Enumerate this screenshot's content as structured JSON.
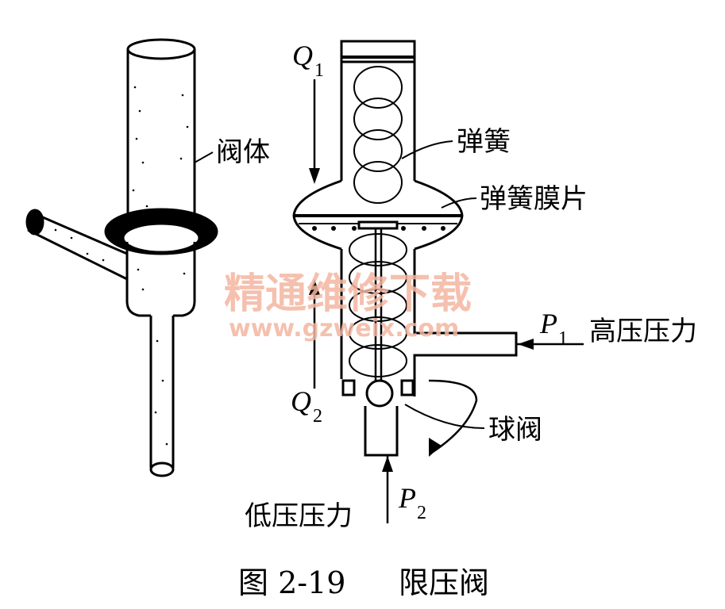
{
  "labels": {
    "valve_body": "阀体",
    "spring": "弹簧",
    "spring_diaphragm": "弹簧膜片",
    "ball_valve": "球阀",
    "high_pressure": "高压压力",
    "low_pressure": "低压压力"
  },
  "symbols": {
    "q1": "Q",
    "q1_sub": "1",
    "q2": "Q",
    "q2_sub": "2",
    "p1": "P",
    "p1_sub": "1",
    "p2": "P",
    "p2_sub": "2"
  },
  "watermark": {
    "text": "精通维修下载",
    "url": "www.gzweix.com"
  },
  "caption": {
    "figure": "图 2-19",
    "title": "限压阀"
  },
  "colors": {
    "ink": "#000000",
    "watermark": "#f4b6a0"
  }
}
